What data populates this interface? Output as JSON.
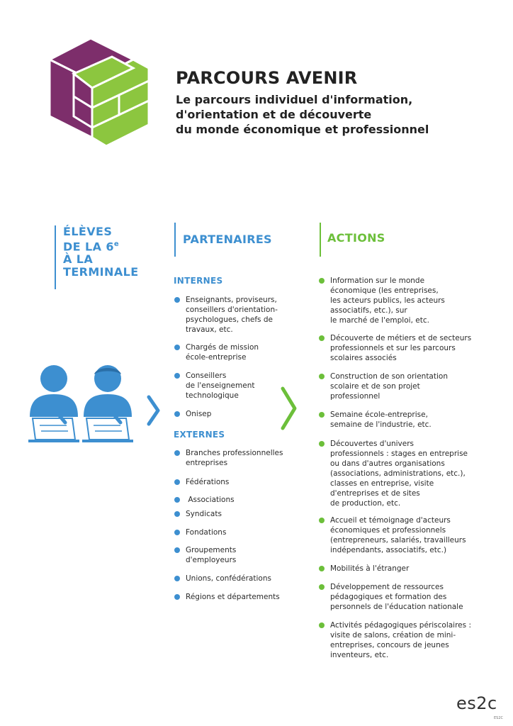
{
  "header": {
    "title": "PARCOURS AVENIR",
    "subtitle_lines": [
      "Le parcours individuel d'information,",
      "d'orientation et de découverte",
      "du monde économique et professionnel"
    ]
  },
  "columns": {
    "eleves": {
      "lines": [
        "ÉLÈVES",
        "DE LA 6",
        "À LA",
        "TERMINALE"
      ],
      "superscript": "e"
    },
    "partenaires": {
      "title": "PARTENAIRES"
    },
    "actions": {
      "title": "ACTIONS"
    }
  },
  "internes": {
    "title": "INTERNES",
    "items": [
      {
        "lines": [
          "Enseignants, proviseurs,",
          "conseillers d'orientation-",
          "psychologues, chefs de",
          "travaux, etc."
        ]
      },
      {
        "lines": [
          "Chargés de mission",
          "école-entreprise"
        ]
      },
      {
        "lines": [
          "Conseillers",
          "de l'enseignement",
          "technologique"
        ]
      },
      {
        "lines": [
          "Onisep"
        ]
      }
    ]
  },
  "externes": {
    "title": "EXTERNES",
    "items": [
      {
        "lines": [
          "Branches professionnelles",
          "entreprises"
        ]
      },
      {
        "lines": [
          "Fédérations"
        ]
      },
      {
        "lines": [
          " Associations"
        ]
      },
      {
        "lines": [
          "Syndicats"
        ]
      },
      {
        "lines": [
          "Fondations"
        ]
      },
      {
        "lines": [
          "Groupements",
          "d'employeurs"
        ]
      },
      {
        "lines": [
          "Unions, confédérations"
        ]
      },
      {
        "lines": [
          "Régions et départements"
        ]
      }
    ]
  },
  "actions": {
    "items": [
      {
        "lines": [
          "Information sur le monde",
          "économique (les entreprises,",
          "les acteurs publics, les acteurs",
          "associatifs, etc.), sur",
          "le marché de l'emploi, etc."
        ]
      },
      {
        "lines": [
          "Découverte de métiers et de secteurs",
          "professionnels et sur les parcours",
          "scolaires associés"
        ]
      },
      {
        "lines": [
          "Construction de son orientation",
          "scolaire et de son projet",
          "professionnel"
        ]
      },
      {
        "lines": [
          "Semaine école-entreprise,",
          "semaine de l'industrie, etc."
        ]
      },
      {
        "lines": [
          "Découvertes d'univers",
          "professionnels : stages en entreprise",
          "ou dans d'autres organisations",
          "(associations, administrations, etc.),",
          "classes en entreprise, visite",
          "d'entreprises et de sites",
          "de production, etc."
        ]
      },
      {
        "lines": [
          "Accueil et témoignage d'acteurs",
          "économiques et professionnels",
          "(entrepreneurs, salariés, travailleurs",
          "indépendants, associatifs, etc.)"
        ]
      },
      {
        "lines": [
          "Mobilités à l'étranger"
        ]
      },
      {
        "lines": [
          "Développement de ressources",
          "pédagogiques et formation des",
          "personnels de l'éducation nationale"
        ]
      },
      {
        "lines": [
          "Activités pédagogiques périscolaires :",
          "visite de salons, création de mini-",
          "entreprises, concours de jeunes",
          "inventeurs, etc."
        ]
      }
    ]
  },
  "footer": {
    "brand": "es2c",
    "small": "ES2C"
  },
  "colors": {
    "purple": "#7d2e6b",
    "green": "#8cc63f",
    "blue": "#3d8fd0",
    "action_green": "#6cbf3a"
  },
  "icons": [
    "parcours-cube-logo-icon",
    "students-icon",
    "chevron-right-icon"
  ]
}
